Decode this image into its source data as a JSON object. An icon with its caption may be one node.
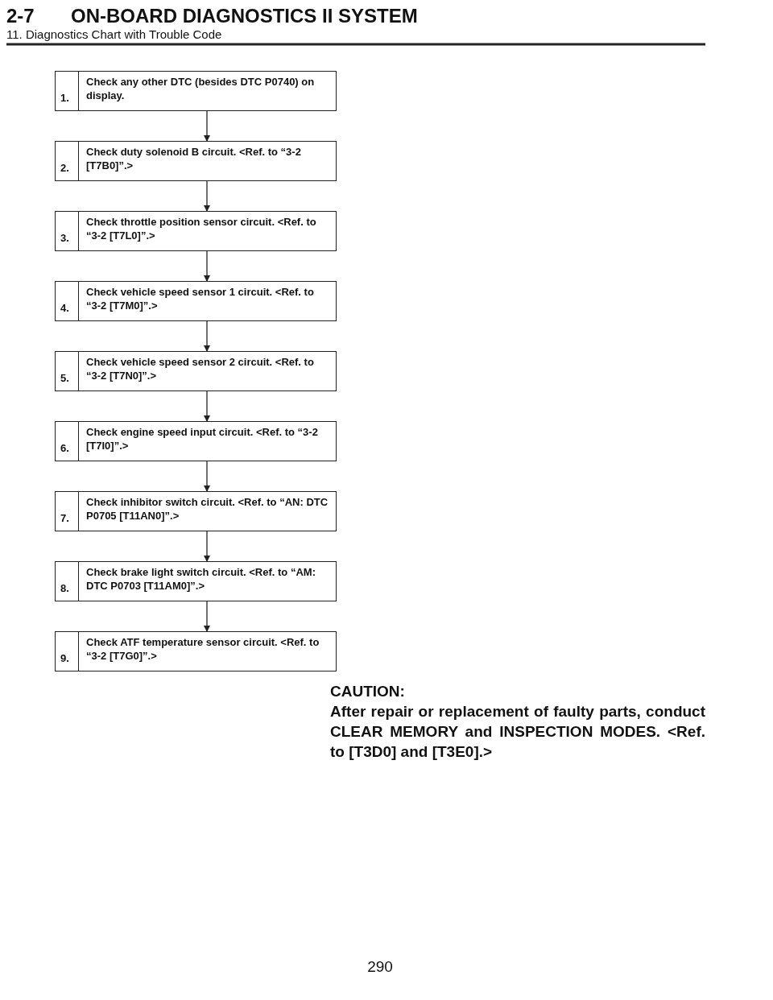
{
  "diagram": {
    "title": "ON-BOARD DIAGNOSTICS II SYSTEM",
    "nodes": [
      {
        "text": [
          "1.",
          "Check any other DTC (besides DTC P0740) on display."
        ]
      },
      {
        "text": [
          "2.",
          "Check duty solenoid B circuit. <Ref. to “3-2 [T7B0]”.>"
        ]
      },
      {
        "text": [
          "3.",
          "Check throttle position sensor circuit. <Ref. to “3-2 [T7L0]”.>"
        ]
      },
      {
        "text": [
          "4.",
          "Check vehicle speed sensor 1 circuit. <Ref. to “3-2 [T7M0]”.>"
        ]
      },
      {
        "text": [
          "5.",
          "Check vehicle speed sensor 2 circuit. <Ref. to “3-2 [T7N0]”.>"
        ]
      },
      {
        "text": [
          "6.",
          "Check engine speed input circuit. <Ref. to “3-2 [T7I0]”.>"
        ]
      },
      {
        "text": [
          "7.",
          "Check inhibitor switch circuit. <Ref. to “AN: DTC P0705 [T11AN0]”.>"
        ]
      },
      {
        "text": [
          "8.",
          "Check brake light switch circuit. <Ref. to “AM: DTC P0703 [T11AM0]”.>"
        ]
      },
      {
        "text": [
          "9.",
          "Check ATF temperature sensor circuit. <Ref. to “3-2 [T7G0]”.>"
        ]
      }
    ],
    "edges": [
      {
        "from": 0,
        "to": 1,
        "arrow": "to"
      },
      {
        "from": 1,
        "to": 2,
        "arrow": "to"
      },
      {
        "from": 2,
        "to": 3,
        "arrow": "to"
      },
      {
        "from": 3,
        "to": 4,
        "arrow": "to"
      },
      {
        "from": 4,
        "to": 5,
        "arrow": "to"
      },
      {
        "from": 5,
        "to": 6,
        "arrow": "to"
      },
      {
        "from": 6,
        "to": 7,
        "arrow": "to"
      },
      {
        "from": 7,
        "to": 8,
        "arrow": "to"
      }
    ],
    "labels": [
      "2-7",
      "11. Diagnostics Chart with Trouble Code",
      "CAUTION:",
      "After repair or replacement of faulty parts, conduct CLEAR MEMORY and INSPECTION MODES. <Ref. to [T3D0] and [T3E0].>",
      "290"
    ]
  }
}
